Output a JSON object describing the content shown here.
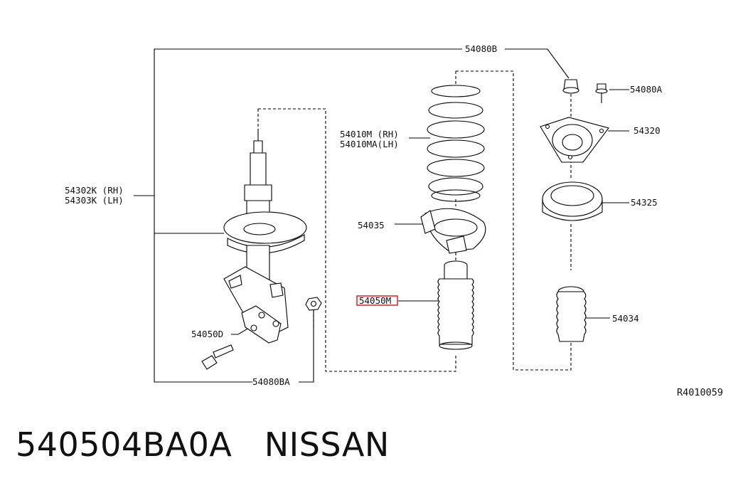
{
  "diagram": {
    "labels": {
      "l_54080B": "54080B",
      "l_54080A": "54080A",
      "l_54320": "54320",
      "l_54010M": "54010M (RH)",
      "l_54010MA": "54010MA(LH)",
      "l_54302K": "54302K (RH)",
      "l_54303K": "54303K (LH)",
      "l_54325": "54325",
      "l_54035": "54035",
      "l_54050M": "54050M",
      "l_54034": "54034",
      "l_54050D": "54050D",
      "l_54080BA": "54080BA",
      "ref_code": "R4010059"
    },
    "highlight_color": "#e02020",
    "line_color": "#000000"
  },
  "caption": {
    "part_number": "540504BA0A",
    "brand": "NISSAN"
  }
}
